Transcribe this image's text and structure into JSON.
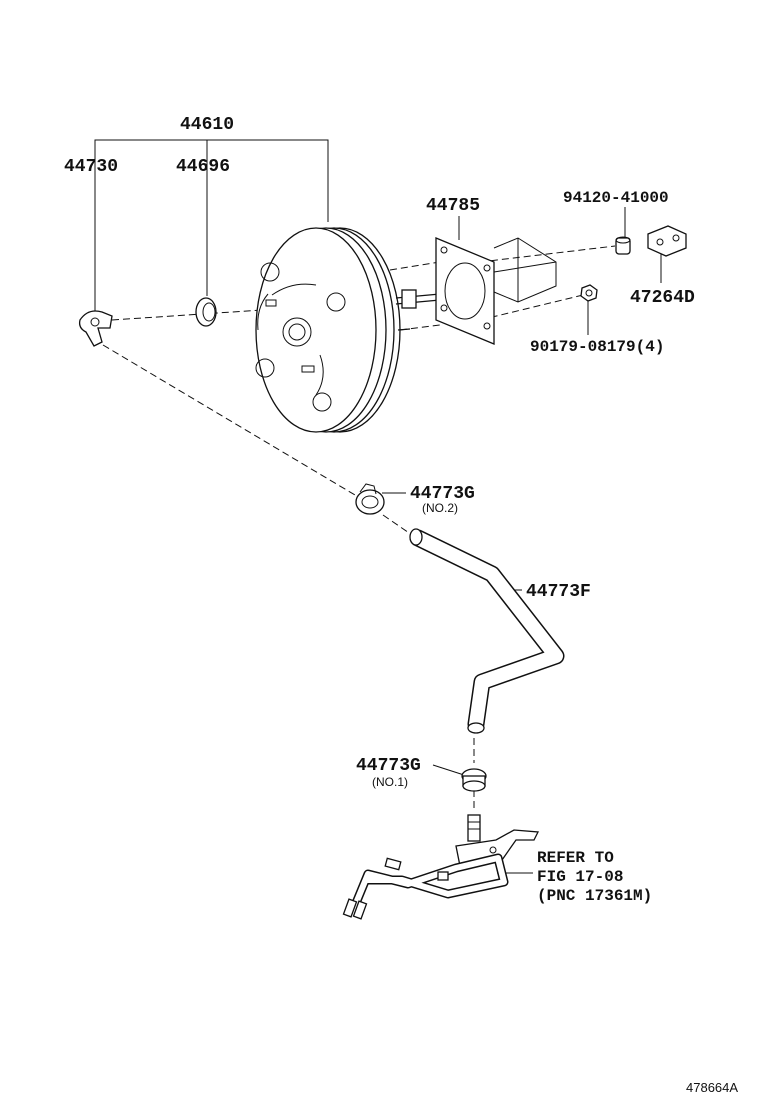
{
  "diagram": {
    "callouts": {
      "booster_assy": "44610",
      "check_valve": "44730",
      "grommet": "44696",
      "gasket": "44785",
      "bracket_bush": "94120-41000",
      "clevis": "47264D",
      "nut": "90179-08179(4)",
      "clamp_no2": "44773G",
      "clamp_no2_note": "(NO.2)",
      "hose": "44773F",
      "clamp_no1": "44773G",
      "clamp_no1_note": "(NO.1)"
    },
    "reference": {
      "line1": "REFER TO",
      "line2": "FIG 17-08",
      "line3": "(PNC 17361M)"
    },
    "figure_id": "478664A"
  }
}
